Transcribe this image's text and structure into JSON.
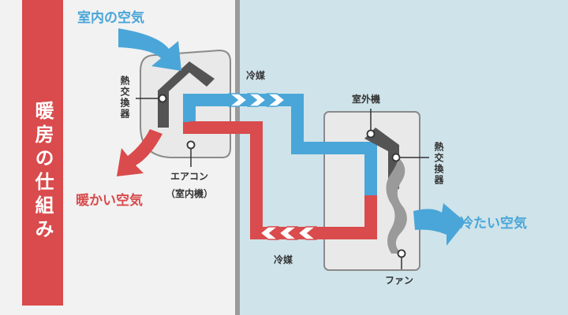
{
  "title": "暖房の仕組み",
  "labels": {
    "indoor_air": "室内の空気",
    "warm_air": "暖かい空気",
    "cool_air": "冷たい空気",
    "heat_exchanger_indoor": "熱交換器",
    "heat_exchanger_outdoor": "熱交換器",
    "refrigerant_top": "冷媒",
    "refrigerant_bottom": "冷媒",
    "outdoor_unit": "室外機",
    "aircon": "エアコン",
    "aircon_sub": "（室内機）",
    "fan": "ファン"
  },
  "colors": {
    "indoor_bg": "#f2f2f2",
    "outdoor_bg": "#cfe3ea",
    "title_band": "#d94b4c",
    "hot": "#d94b4c",
    "cold": "#4aa6d8",
    "unit_fill": "#e9e9e9",
    "unit_stroke": "#8a8a8a",
    "exchanger": "#545454",
    "text": "#333333"
  }
}
